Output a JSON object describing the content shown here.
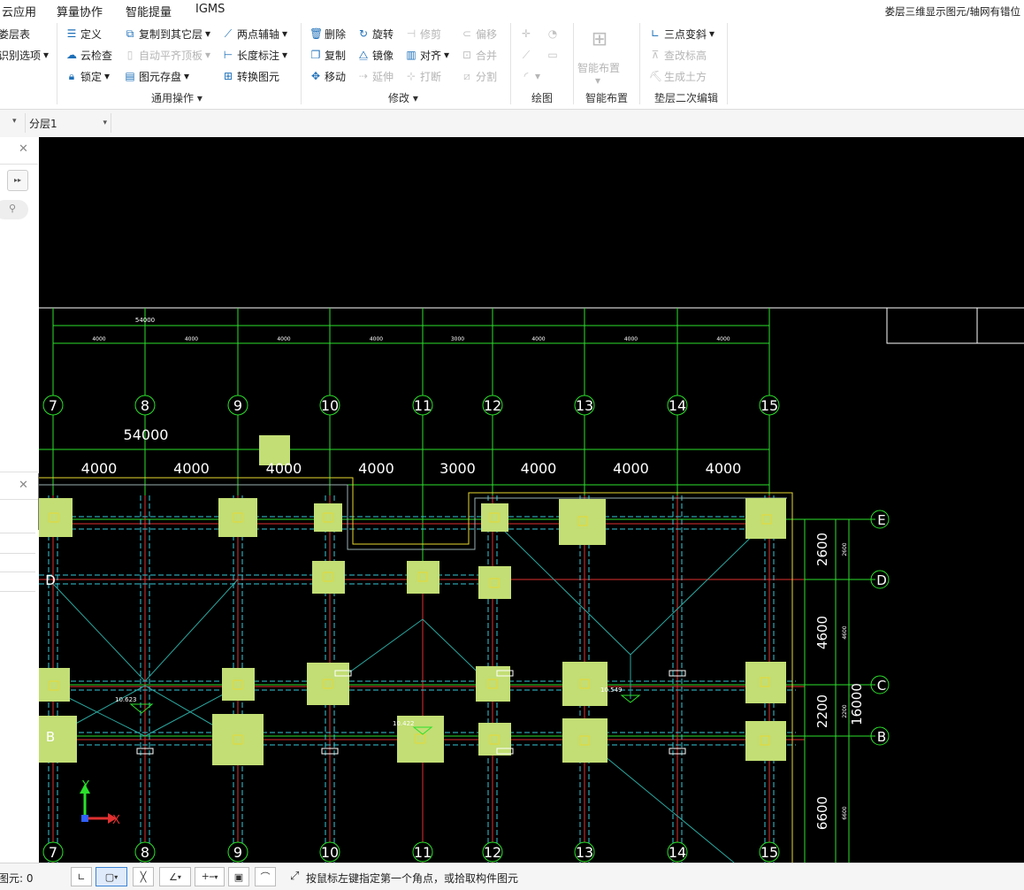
{
  "menubar": {
    "items": [
      "云应用",
      "算量协作",
      "智能提量",
      "IGMS"
    ],
    "notice": "娄层三维显示图元/轴网有错位"
  },
  "ribbon": {
    "left_partial": [
      "娄层表",
      "识别选项"
    ],
    "general": {
      "items": [
        "定义",
        "云检查",
        "锁定",
        "复制到其它层",
        "自动平齐顶板",
        "图元存盘",
        "两点辅轴",
        "长度标注",
        "转换图元"
      ],
      "label": "通用操作"
    },
    "modify": {
      "items": [
        "删除",
        "旋转",
        "修剪",
        "偏移",
        "复制",
        "镜像",
        "对齐",
        "合并",
        "移动",
        "延伸",
        "打断",
        "分割"
      ],
      "label": "修改"
    },
    "draw": {
      "label": "绘图"
    },
    "smart": {
      "item": "智能布置",
      "label": "智能布置"
    },
    "cushion": {
      "items": [
        "三点变斜",
        "查改标高",
        "生成土方"
      ],
      "label": "垫层二次编辑"
    }
  },
  "subbar": {
    "layer": "分层1"
  },
  "canvas": {
    "top_total": "54000",
    "bay_spans": [
      "4000",
      "4000",
      "4000",
      "4000",
      "3000",
      "4000",
      "4000",
      "4000"
    ],
    "axis_numbers": [
      "7",
      "8",
      "9",
      "10",
      "11",
      "12",
      "13",
      "14",
      "15"
    ],
    "axis_letters": [
      "E",
      "D",
      "C",
      "B"
    ],
    "right_spans": [
      "2600",
      "4600",
      "2200",
      "6600"
    ],
    "right_total": "16000",
    "small_right_spans": [
      "2600",
      "4600",
      "2200",
      "6600"
    ],
    "elevations": [
      "10.623",
      "10.422",
      "10.549"
    ],
    "ucs": {
      "x": "X",
      "y": "Y"
    }
  },
  "statusbar": {
    "count_label": "图元: 0",
    "hint": "按鼠标左键指定第一个角点，或拾取构件图元"
  }
}
